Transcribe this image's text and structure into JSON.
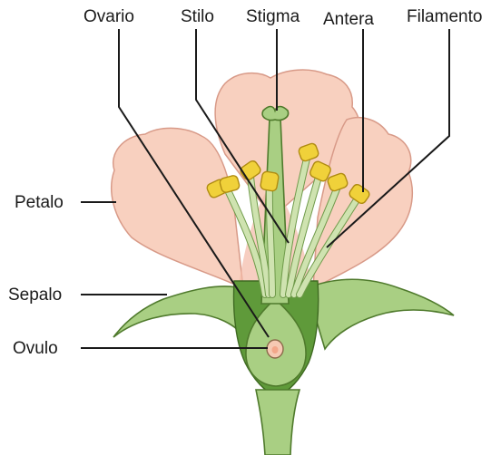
{
  "labels": {
    "ovario": "Ovario",
    "stilo": "Stilo",
    "stigma": "Stigma",
    "antera": "Antera",
    "filamento": "Filamento",
    "petalo": "Petalo",
    "sepalo": "Sepalo",
    "ovulo": "Ovulo"
  },
  "colors": {
    "petal": "#f8d0bf",
    "green": "#a9cf83",
    "dark_green": "#5f9a3a",
    "anther": "#f0d13a",
    "text": "#1a1a1a"
  }
}
